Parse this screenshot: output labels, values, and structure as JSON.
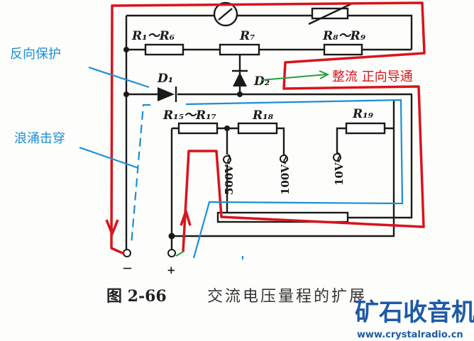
{
  "circuit": {
    "labels": {
      "r1_r6": "R₁～R₆",
      "r7": "R₇",
      "r8_r9": "R₈～R₉",
      "d1": "D₁",
      "d2": "D₂",
      "r15_r17": "R₁₅～R₁₇",
      "r18": "R₁₈",
      "r19": "R₁₉"
    },
    "ranges": [
      "500V～",
      "100V～",
      "10V～"
    ],
    "terminals": {
      "negative": "－",
      "positive": "+"
    }
  },
  "annotations": {
    "reverse_protection": "反向保护",
    "surge_breakdown": "浪涌击穿",
    "rectify_forward": "整流 正向导通",
    "colors": {
      "red": "#d8141c",
      "blue": "#1a8fd6",
      "green": "#2a9d3a"
    }
  },
  "caption": {
    "figure_number": "图 2-66",
    "title": "交流电压量程的扩展"
  },
  "watermark": {
    "logo_text": "矿石收音机",
    "url": "www.crystalradio.cn"
  }
}
